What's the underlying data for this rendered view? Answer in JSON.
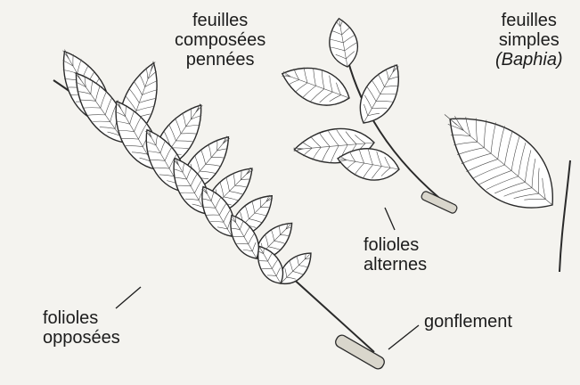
{
  "labels": {
    "compound": {
      "line1": "feuilles",
      "line2": "composées",
      "line3": "pennées"
    },
    "simple": {
      "line1": "feuilles",
      "line2": "simples",
      "line3": "(Baphia)"
    },
    "alternate": {
      "line1": "folioles",
      "line2": "alternes"
    },
    "opposite": {
      "line1": "folioles",
      "line2": "opposées"
    },
    "swelling": "gonflement"
  },
  "colors": {
    "background": "#f4f3ef",
    "ink": "#1c1c1c",
    "leaf_fill": "#ffffff"
  }
}
